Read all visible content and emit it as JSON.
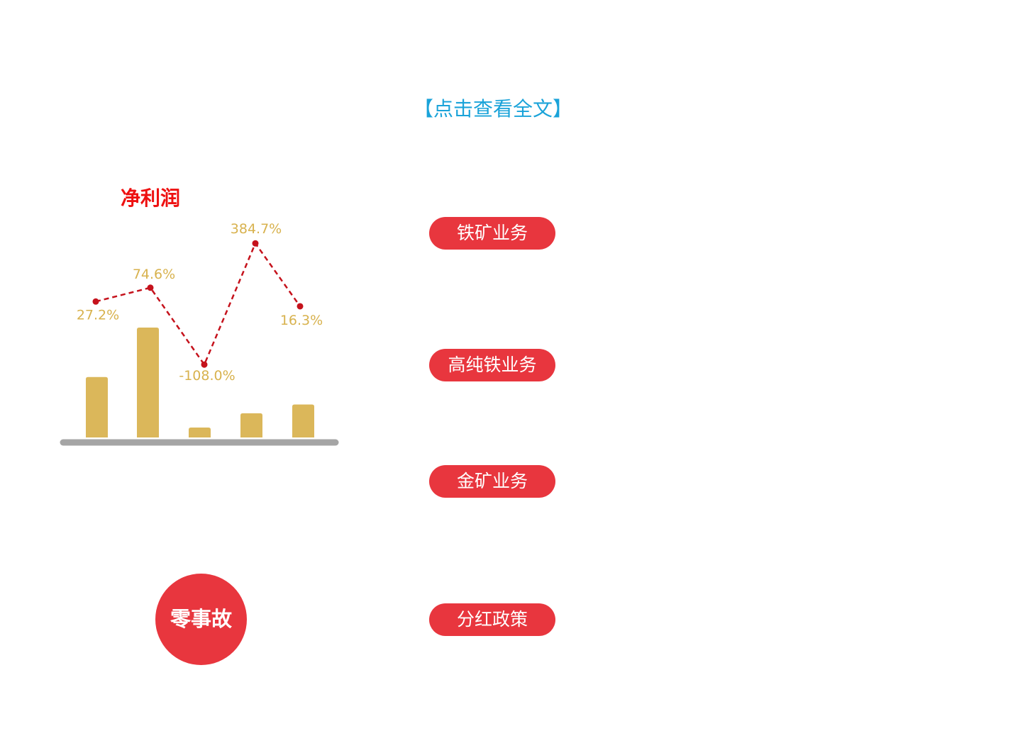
{
  "header": {
    "read_more_label": "【点击查看全文】"
  },
  "chart_data": {
    "type": "bar",
    "title": "净利润",
    "xlabel": "",
    "ylabel": "",
    "bar_values": [
      5.5,
      10.0,
      0.9,
      2.2,
      3.0
    ],
    "growth_labels": [
      "27.2%",
      "74.6%",
      "-108.0%",
      "384.7%",
      "16.3%"
    ],
    "growth_values": [
      27.2,
      74.6,
      -108.0,
      384.7,
      16.3
    ],
    "legend": "none",
    "grid": false,
    "colors": {
      "bar": "#dbb75a",
      "line": "#c5121c",
      "label": "#d8b24e",
      "baseline": "#a5a5a5"
    }
  },
  "buttons": {
    "iron_ore": "铁矿业务",
    "high_purity_iron": "高纯铁业务",
    "gold_mine": "金矿业务",
    "dividend": "分红政策"
  },
  "badge": {
    "label": "零事故"
  },
  "colors": {
    "accent_red": "#e8363e",
    "link_blue": "#1aa3d9",
    "title_red": "#ee1111"
  }
}
